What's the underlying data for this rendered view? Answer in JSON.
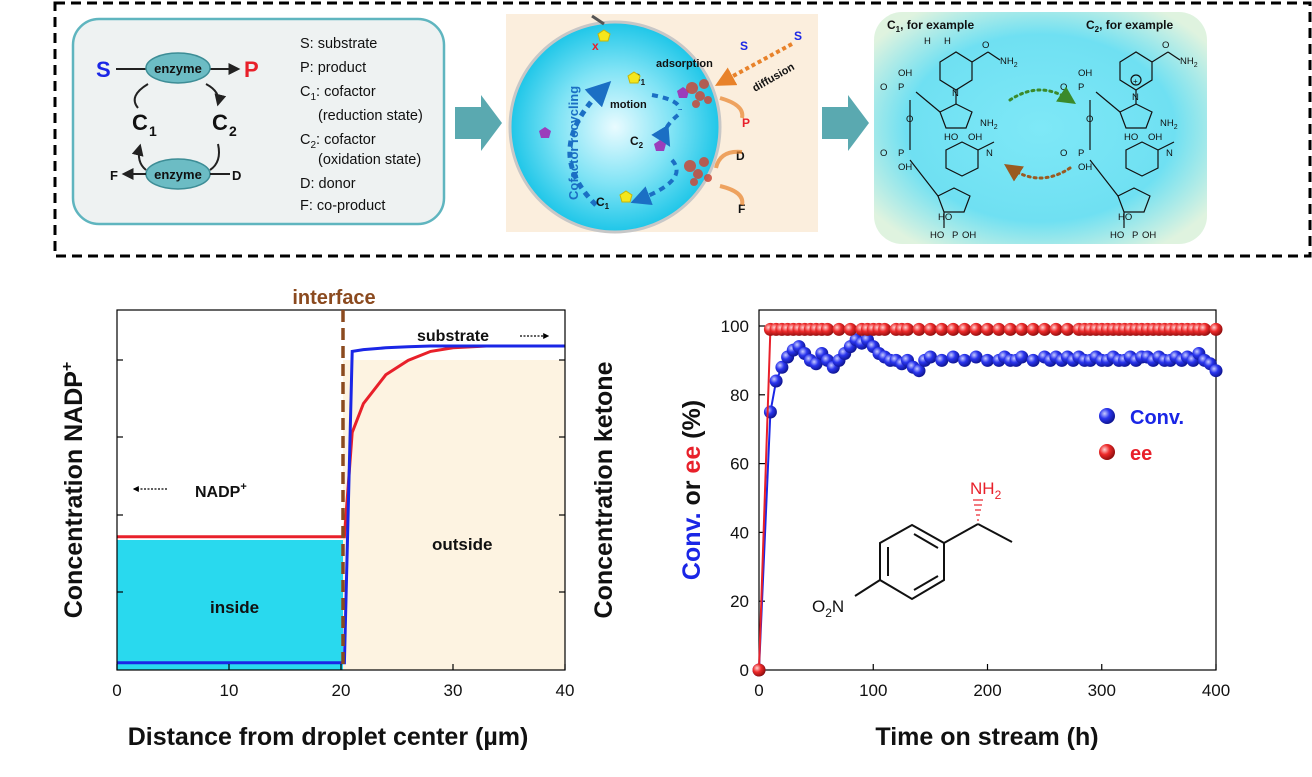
{
  "panel1": {
    "s": "S",
    "p": "P",
    "enzyme_top": "enzyme",
    "enzyme_bottom": "enzyme",
    "c1": "C",
    "c1_sub": "1",
    "c2": "C",
    "c2_sub": "2",
    "f": "F",
    "d": "D",
    "legend": {
      "s": "S: substrate",
      "p": "P: product",
      "c1_a": "C",
      "c1_sub": "1",
      "c1_b": ": cofactor",
      "c1_c": "(reduction state)",
      "c2_a": "C",
      "c2_sub": "2",
      "c2_b": ": cofactor",
      "c2_c": "(oxidation state)",
      "d": "D: donor",
      "f": "F: co-product"
    }
  },
  "panel2": {
    "cofactor_recycling": "Cofactor recycling",
    "motion": "motion",
    "adsorption": "adsorption",
    "diffusion": "diffusion",
    "s1": "S",
    "s2": "S",
    "p": "P",
    "d": "D",
    "f": "F",
    "c1_top": "C",
    "c1_top_sub": "1",
    "c2": "C",
    "c2_sub": "2",
    "c1_bottom": "C",
    "c1_bottom_sub": "1"
  },
  "panel3": {
    "c1_label": "C",
    "c1_sub": "1",
    "c1_suffix": ", for example",
    "c2_label": "C",
    "c2_sub": "2",
    "c2_suffix": ", for example",
    "oh": "OH",
    "o": "O",
    "p": "P",
    "nh2": "NH",
    "nh2_sub": "2",
    "n": "N",
    "h": "H",
    "ho": "HO",
    "plus": "+"
  },
  "chart_left": {
    "interface_label": "interface",
    "substrate_label": "substrate",
    "nadp_label": "NADP",
    "nadp_sup": "+",
    "outside_label": "outside",
    "inside_label": "inside",
    "ylabel_left": "Concentration NADP",
    "ylabel_left_sup": "+",
    "ylabel_right": "Concentration ketone",
    "xlabel": "Distance from droplet center (µm)",
    "x_ticks": [
      "0",
      "10",
      "20",
      "30",
      "40"
    ]
  },
  "chart_data": [
    {
      "type": "line",
      "xlabel": "Distance from droplet center (µm)",
      "ylabel": "Concentration NADP+",
      "ylabel_right": "Concentration ketone",
      "xlim": [
        0,
        40
      ],
      "x_ticks": [
        0,
        10,
        20,
        30,
        40
      ],
      "interface_x": 20.3,
      "series": [
        {
          "color": "#e8202a",
          "x": [
            0,
            20.3,
            21,
            22,
            24,
            26,
            28,
            30,
            33,
            36,
            40
          ],
          "y": [
            0.37,
            0.37,
            0.66,
            0.74,
            0.82,
            0.86,
            0.885,
            0.895,
            0.9,
            0.9,
            0.9
          ]
        },
        {
          "color": "#1a26e6",
          "x": [
            0,
            20.3,
            21,
            22,
            24,
            26,
            28,
            30,
            33,
            36,
            40
          ],
          "y": [
            0.02,
            0.02,
            0.885,
            0.89,
            0.895,
            0.898,
            0.9,
            0.9,
            0.9,
            0.9,
            0.9
          ]
        }
      ]
    },
    {
      "type": "scatter",
      "xlabel": "Time on stream (h)",
      "ylabel": "Conv. or ee (%)",
      "xlim": [
        0,
        400
      ],
      "ylim": [
        0,
        100
      ],
      "x_ticks": [
        0,
        100,
        200,
        300,
        400
      ],
      "y_ticks": [
        0,
        20,
        40,
        60,
        80,
        100
      ],
      "series": [
        {
          "name": "Conv.",
          "color": "#1a26e6",
          "x": [
            0,
            10,
            15,
            20,
            25,
            30,
            35,
            40,
            45,
            50,
            55,
            60,
            65,
            70,
            75,
            80,
            85,
            90,
            95,
            100,
            105,
            110,
            115,
            120,
            125,
            130,
            135,
            140,
            145,
            150,
            160,
            170,
            180,
            190,
            200,
            210,
            215,
            220,
            225,
            230,
            240,
            250,
            255,
            260,
            265,
            270,
            275,
            280,
            285,
            290,
            295,
            300,
            305,
            310,
            315,
            320,
            325,
            330,
            335,
            340,
            345,
            350,
            355,
            360,
            365,
            370,
            375,
            380,
            385,
            390,
            395,
            400
          ],
          "y": [
            0,
            75,
            84,
            88,
            91,
            93,
            94,
            92,
            90,
            89,
            92,
            90,
            88,
            90,
            92,
            94,
            96,
            95,
            96,
            94,
            92,
            91,
            90,
            90,
            89,
            90,
            88,
            87,
            90,
            91,
            90,
            91,
            90,
            91,
            90,
            90,
            91,
            90,
            90,
            91,
            90,
            91,
            90,
            91,
            90,
            91,
            90,
            91,
            90,
            90,
            91,
            90,
            90,
            91,
            90,
            90,
            91,
            90,
            91,
            91,
            90,
            91,
            90,
            90,
            91,
            90,
            91,
            90,
            92,
            90,
            89,
            87
          ]
        },
        {
          "name": "ee",
          "color": "#e8202a",
          "x": [
            0,
            10,
            15,
            20,
            25,
            30,
            35,
            40,
            45,
            50,
            55,
            60,
            70,
            80,
            90,
            95,
            100,
            105,
            110,
            120,
            125,
            130,
            140,
            150,
            160,
            170,
            180,
            190,
            200,
            210,
            220,
            230,
            240,
            250,
            260,
            270,
            280,
            285,
            290,
            295,
            300,
            305,
            310,
            315,
            320,
            325,
            330,
            335,
            340,
            345,
            350,
            355,
            360,
            365,
            370,
            375,
            380,
            385,
            390,
            400
          ],
          "y": [
            0,
            99,
            99,
            99,
            99,
            99,
            99,
            99,
            99,
            99,
            99,
            99,
            99,
            99,
            99,
            99,
            99,
            99,
            99,
            99,
            99,
            99,
            99,
            99,
            99,
            99,
            99,
            99,
            99,
            99,
            99,
            99,
            99,
            99,
            99,
            99,
            99,
            99,
            99,
            99,
            99,
            99,
            99,
            99,
            99,
            99,
            99,
            99,
            99,
            99,
            99,
            99,
            99,
            99,
            99,
            99,
            99,
            99,
            99,
            99
          ]
        }
      ]
    }
  ],
  "chart_right": {
    "ylabel_conv": "Conv.",
    "ylabel_or": " or ",
    "ylabel_ee": "ee",
    "ylabel_pct": " (%)",
    "xlabel": "Time on stream (h)",
    "legend_conv": "Conv.",
    "legend_ee": "ee",
    "x_ticks": [
      "0",
      "100",
      "200",
      "300",
      "400"
    ],
    "y_ticks": [
      "0",
      "20",
      "40",
      "60",
      "80",
      "100"
    ],
    "mol_nh2": "NH",
    "mol_nh2_sub": "2",
    "mol_o2n_a": "O",
    "mol_o2n_sub": "2",
    "mol_o2n_b": "N"
  }
}
